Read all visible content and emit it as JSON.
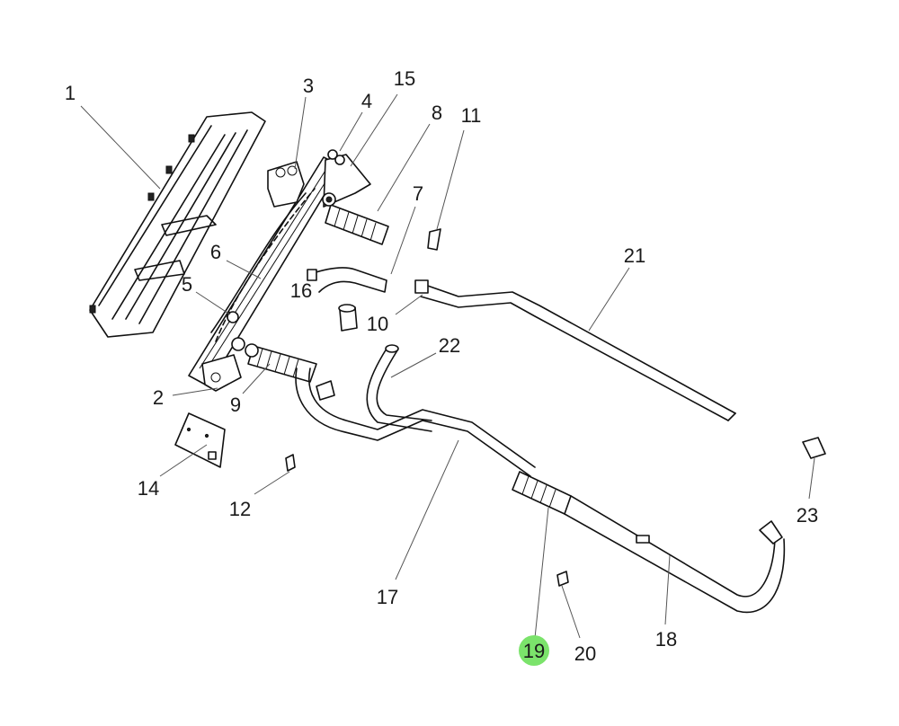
{
  "diagram": {
    "highlight_color": "#7be36b",
    "highlighted_callout": "19",
    "callouts": [
      {
        "id": "c1",
        "text": "1"
      },
      {
        "id": "c2",
        "text": "2"
      },
      {
        "id": "c3",
        "text": "3"
      },
      {
        "id": "c4",
        "text": "4"
      },
      {
        "id": "c5",
        "text": "5"
      },
      {
        "id": "c6",
        "text": "6"
      },
      {
        "id": "c7",
        "text": "7"
      },
      {
        "id": "c8",
        "text": "8"
      },
      {
        "id": "c9",
        "text": "9"
      },
      {
        "id": "c10",
        "text": "10"
      },
      {
        "id": "c11",
        "text": "11"
      },
      {
        "id": "c12",
        "text": "12"
      },
      {
        "id": "c14",
        "text": "14"
      },
      {
        "id": "c15",
        "text": "15"
      },
      {
        "id": "c16",
        "text": "16"
      },
      {
        "id": "c17",
        "text": "17"
      },
      {
        "id": "c18",
        "text": "18"
      },
      {
        "id": "c19",
        "text": "19"
      },
      {
        "id": "c20",
        "text": "20"
      },
      {
        "id": "c21",
        "text": "21"
      },
      {
        "id": "c22",
        "text": "22"
      },
      {
        "id": "c23",
        "text": "23"
      }
    ]
  }
}
